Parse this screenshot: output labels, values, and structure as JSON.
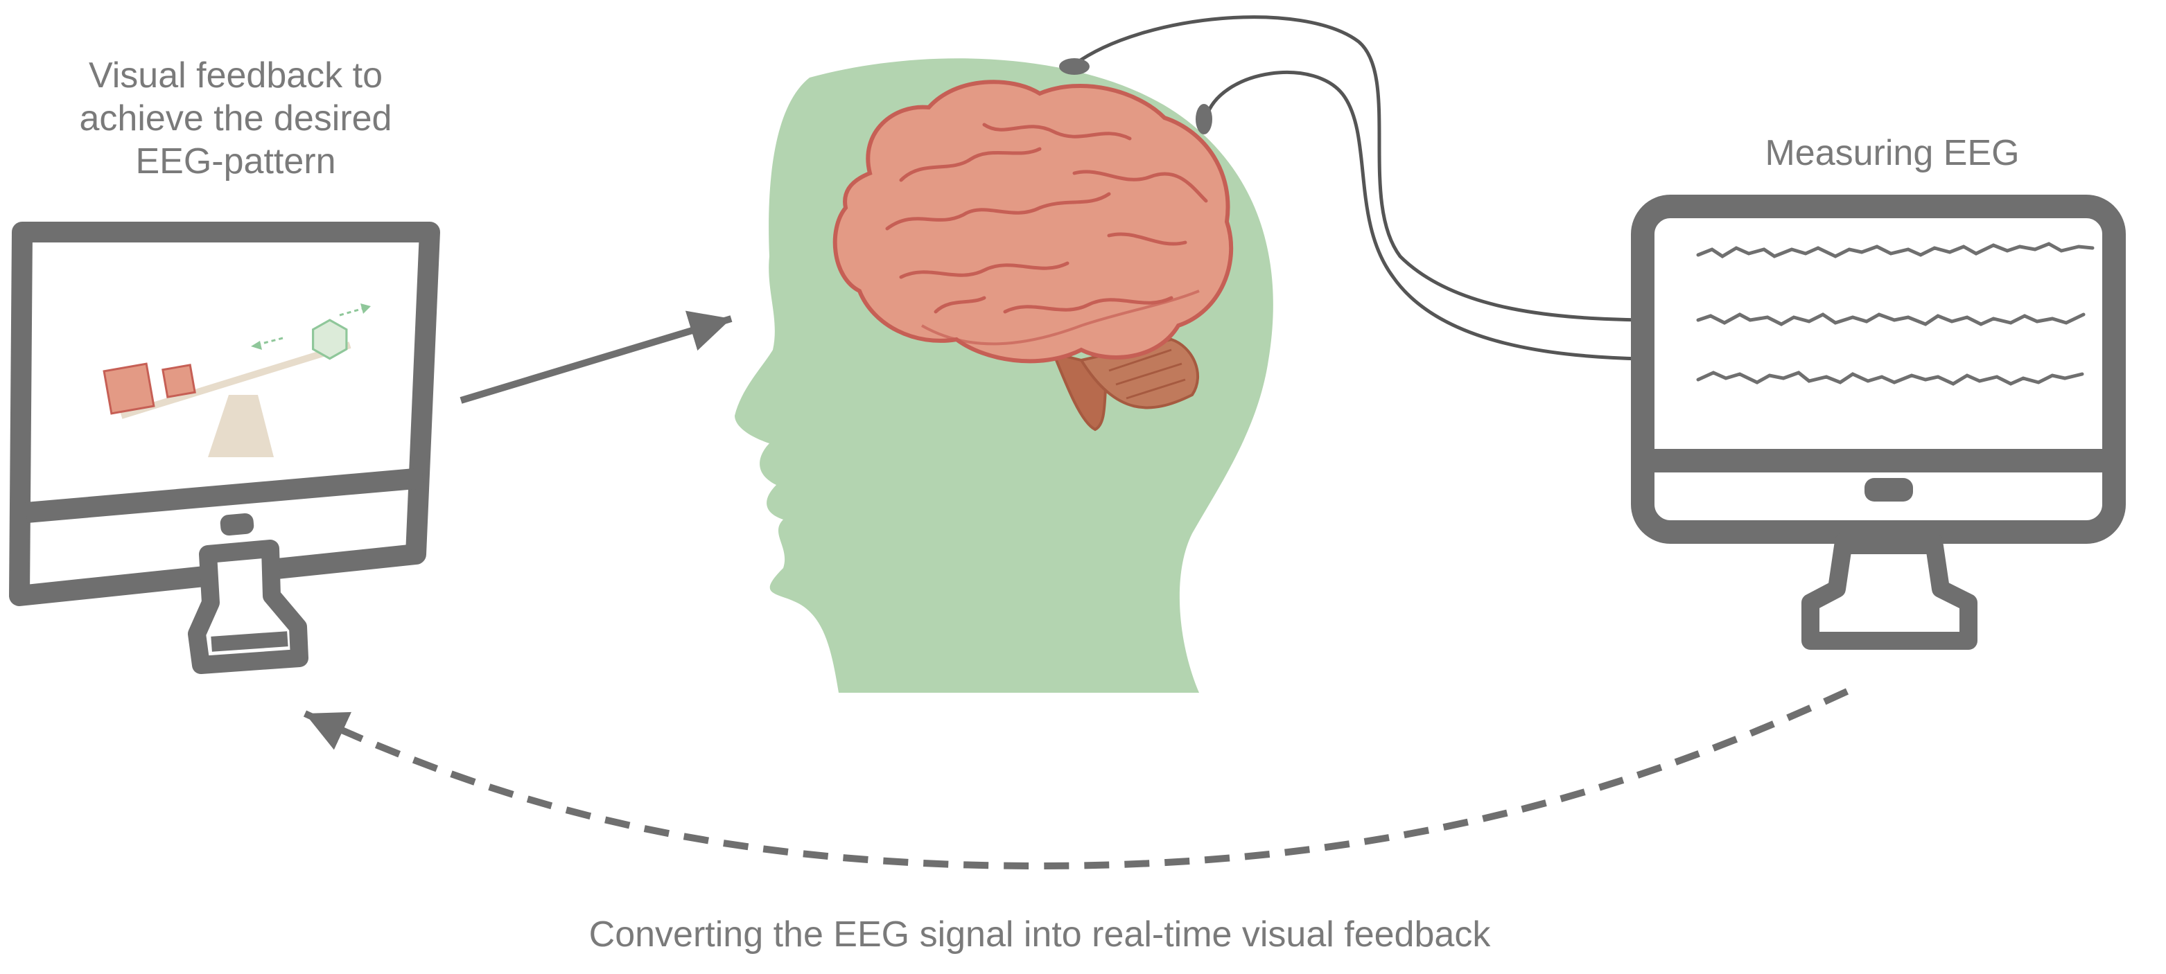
{
  "labels": {
    "left_caption": [
      "Visual feedback to",
      "achieve the desired",
      "EEG-pattern"
    ],
    "right_caption": "Measuring EEG",
    "bottom_caption": "Converting the EEG signal into real-time visual feedback"
  },
  "colors": {
    "monitor": "#6f6f6f",
    "head": "#b3d4b0",
    "brain": "#e39a85",
    "brain_outline": "#c65f55",
    "cerebellum": "#b76a4d",
    "cable": "#555555",
    "text": "#7a7a7a",
    "balance_red": "#e39a85",
    "balance_green": "#8fc79a",
    "fulcrum": "#e7dccb"
  },
  "icons": [
    "feedback-monitor-icon",
    "head-icon",
    "brain-icon",
    "eeg-monitor-icon",
    "electrode-icon"
  ]
}
